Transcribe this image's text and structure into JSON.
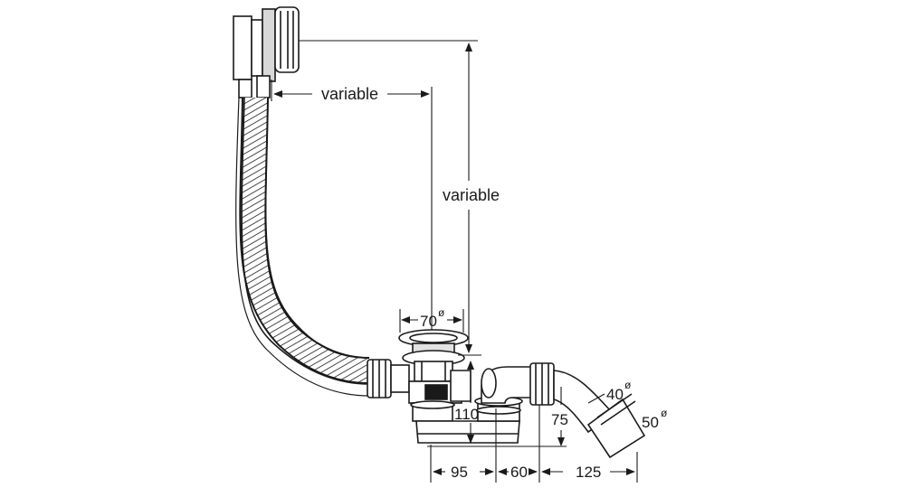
{
  "labels": {
    "horizontal_variable": "variable",
    "vertical_variable": "variable",
    "overflow_diameter": "70",
    "overflow_diameter_symbol": "ø",
    "height_110": "110",
    "height_75": "75",
    "outlet_40": "40",
    "outlet_40_symbol": "ø",
    "outlet_50": "50",
    "outlet_50_symbol": "ø",
    "len_95": "95",
    "len_60": "60",
    "len_125": "125"
  },
  "colors": {
    "ink": "#1a1a1a",
    "shade": "#9a9a9a",
    "background": "#ffffff"
  }
}
